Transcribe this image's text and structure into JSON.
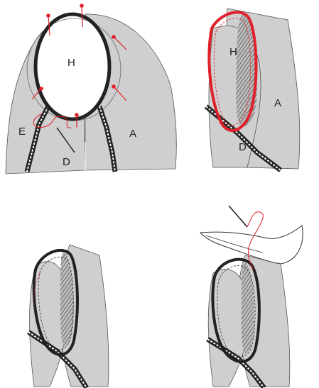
{
  "labels": {
    "panel1": {
      "h": "H",
      "e": "E",
      "d": "D",
      "a": "A"
    },
    "panel2": {
      "h": "H",
      "a": "A",
      "d": "D"
    }
  },
  "colors": {
    "fabric": "#cfcfcf",
    "outline": "#333333",
    "piping": "#222222",
    "thread": "#e0202a",
    "hatch": "#555555",
    "background": "#ffffff"
  },
  "icons": [
    "pin-icon",
    "needle-icon",
    "thread-icon"
  ]
}
